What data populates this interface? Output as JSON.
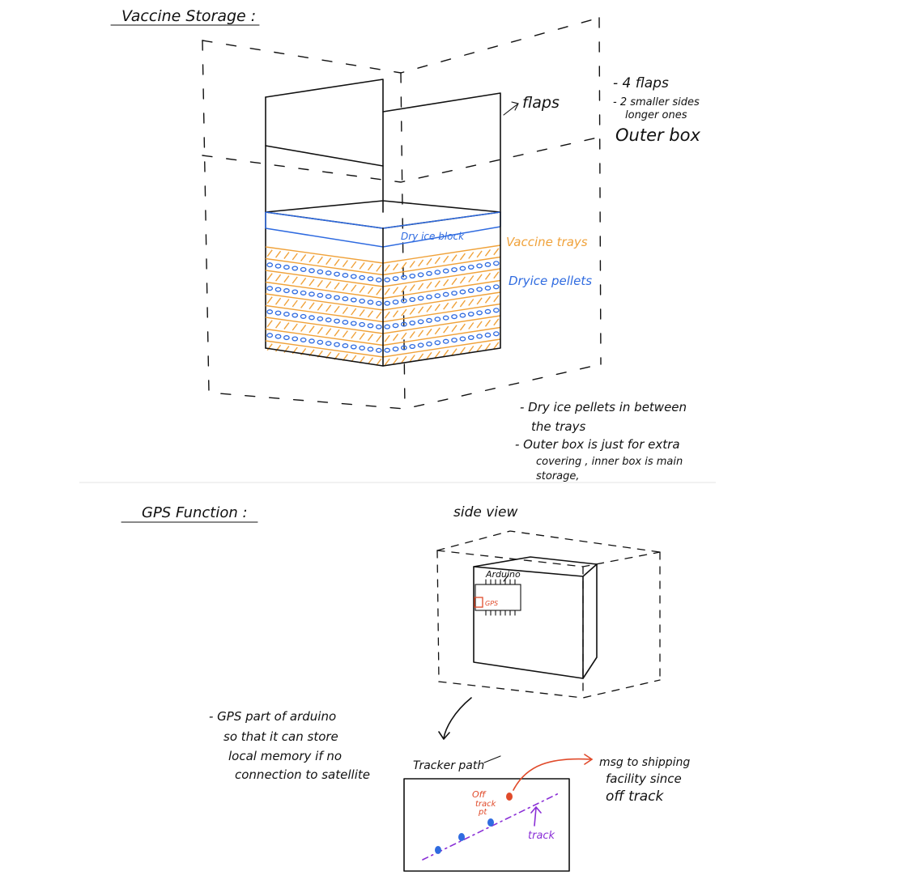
{
  "sections": {
    "storage_title": "Vaccine Storage :",
    "gps_title": "GPS Function :"
  },
  "storage": {
    "flaps_label": "flaps",
    "dry_ice_block_label": "Dry ice block",
    "vaccine_trays_label": "Vaccine trays",
    "dry_ice_pellets_label": "Dryice pellets",
    "side_notes": [
      "- 4 flaps",
      "- 2 smaller sides",
      "longer ones",
      "Outer box"
    ],
    "bottom_notes": [
      "- Dry ice pellets in between",
      "the trays",
      "- Outer box is just for extra",
      "covering , inner box is main",
      "storage,"
    ]
  },
  "gps": {
    "side_view_label": "side view",
    "arduino_label": "Arduino",
    "gps_label": "GPS",
    "gps_notes": [
      "- GPS part of arduino",
      "so that it can store",
      "local memory if no",
      "connection to satellite"
    ],
    "tracker_path_label": "Tracker path",
    "off_track_label": [
      "Off",
      "track",
      "pt"
    ],
    "track_label": "track",
    "msg_notes": [
      "msg to shipping",
      "facility since",
      "off track"
    ]
  },
  "colors": {
    "ink": "#111111",
    "dry_ice": "#2f6be0",
    "trays": "#f0a23a",
    "off_track": "#e04a2a",
    "track": "#8a2fd6"
  }
}
